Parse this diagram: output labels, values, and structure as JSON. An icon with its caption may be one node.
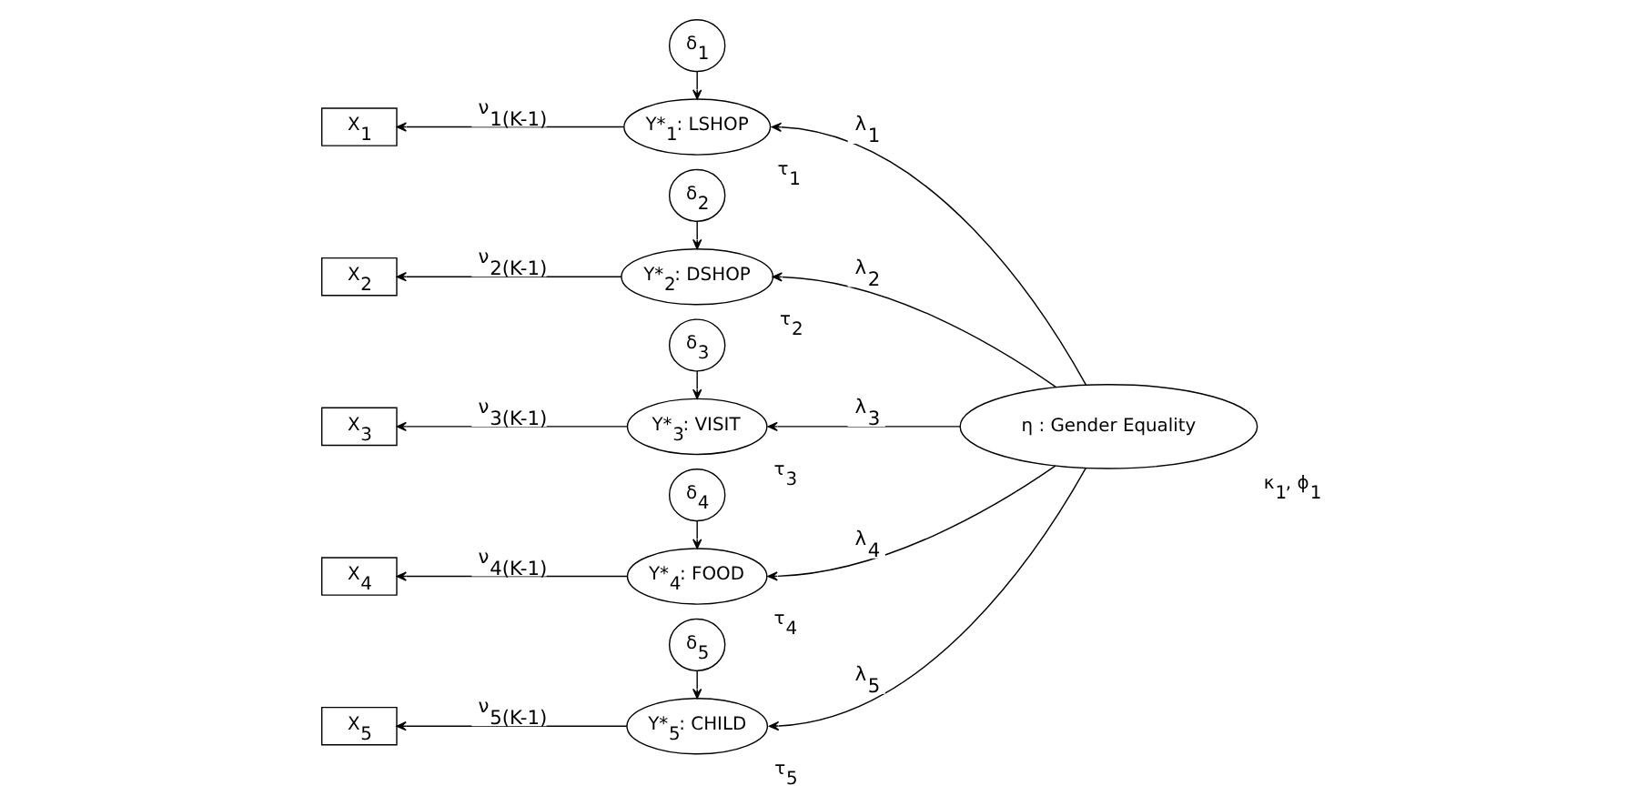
{
  "diagram": {
    "nodes": [
      {
        "text": [
          "δ$_{1}$"
        ]
      },
      {
        "text": [
          "X$_{1}$"
        ]
      },
      {
        "text": [
          "Y*$_{1}$: LSHOP"
        ],
        "beside": [
          "τ$_{1}$"
        ]
      },
      {
        "text": [
          "δ$_{2}$"
        ]
      },
      {
        "text": [
          "X$_{2}$"
        ]
      },
      {
        "text": [
          "Y*$_{2}$: DSHOP"
        ],
        "beside": [
          "τ$_{2}$"
        ]
      },
      {
        "text": [
          "δ$_{3}$"
        ]
      },
      {
        "text": [
          "X$_{3}$"
        ]
      },
      {
        "text": [
          "Y*$_{3}$: VISIT"
        ],
        "beside": [
          "τ$_{3}$"
        ]
      },
      {
        "text": [
          "δ$_{4}$"
        ]
      },
      {
        "text": [
          "X$_{4}$"
        ]
      },
      {
        "text": [
          "Y*$_{4}$: FOOD"
        ],
        "beside": [
          "τ$_{4}$"
        ]
      },
      {
        "text": [
          "δ$_{5}$"
        ]
      },
      {
        "text": [
          "X$_{5}$"
        ]
      },
      {
        "text": [
          "Y*$_{5}$: CHILD"
        ],
        "beside": [
          "τ$_{5}$"
        ]
      },
      {
        "text": [
          "η : Gender Equality"
        ],
        "beside": [
          "κ$_{1}$, ϕ$_{1}$"
        ]
      }
    ],
    "edges": [
      {
        "from": 15,
        "to": 2,
        "arrow": "to",
        "label": "λ$_{1}$"
      },
      {
        "from": 15,
        "to": 5,
        "arrow": "to",
        "label": "λ$_{2}$"
      },
      {
        "from": 15,
        "to": 8,
        "arrow": "to",
        "label": "λ$_{3}$"
      },
      {
        "from": 15,
        "to": 11,
        "arrow": "to",
        "label": "λ$_{4}$"
      },
      {
        "from": 15,
        "to": 14,
        "arrow": "to",
        "label": "λ$_{5}$"
      },
      {
        "from": 0,
        "to": 2,
        "arrow": "to"
      },
      {
        "from": 3,
        "to": 5,
        "arrow": "to"
      },
      {
        "from": 6,
        "to": 8,
        "arrow": "to"
      },
      {
        "from": 9,
        "to": 11,
        "arrow": "to"
      },
      {
        "from": 12,
        "to": 14,
        "arrow": "to"
      },
      {
        "from": 2,
        "to": 1,
        "arrow": "to",
        "label": "ν$_{1(K-1)}$"
      },
      {
        "from": 5,
        "to": 4,
        "arrow": "to",
        "label": "ν$_{2(K-1)}$"
      },
      {
        "from": 8,
        "to": 7,
        "arrow": "to",
        "label": "ν$_{3(K-1)}$"
      },
      {
        "from": 11,
        "to": 10,
        "arrow": "to",
        "label": "ν$_{4(K-1)}$"
      },
      {
        "from": 14,
        "to": 13,
        "arrow": "to",
        "label": "ν$_{5(K-1)}$"
      }
    ]
  }
}
